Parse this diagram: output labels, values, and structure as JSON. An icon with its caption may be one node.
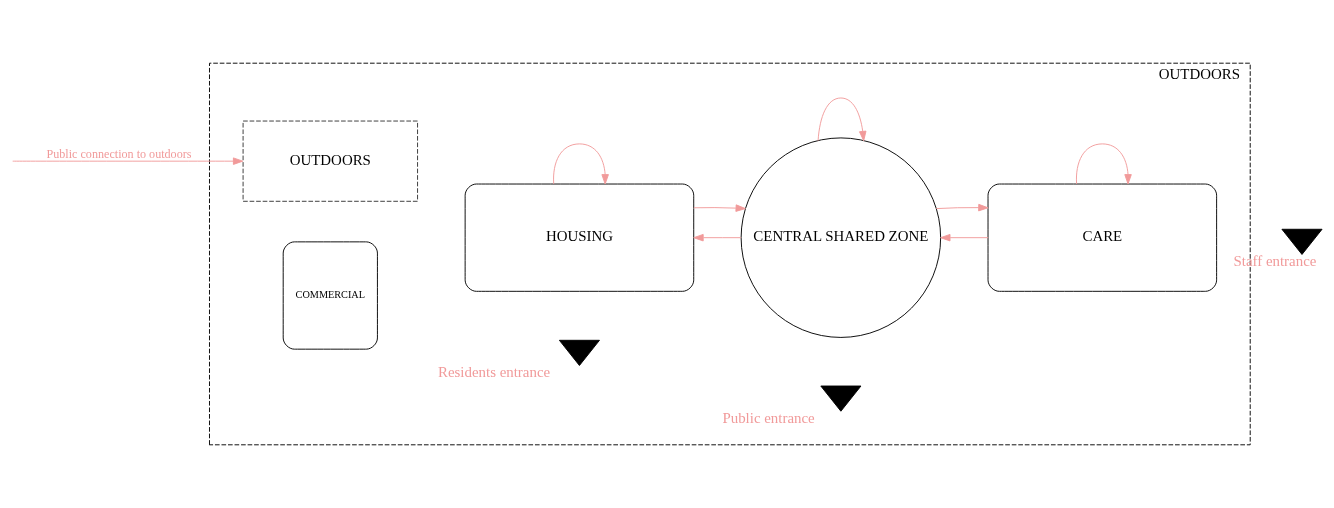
{
  "diagram": {
    "nodes": [
      {
        "text": [
          "OUTDOORS"
        ]
      },
      {
        "text": [
          "OUTDOORS"
        ],
        "in": 0
      },
      {
        "text": [
          "COMMERCIAL"
        ],
        "in": 0
      },
      {
        "text": [
          "HOUSING"
        ],
        "in": 0
      },
      {
        "text": [
          "CENTRAL SHARED ZONE"
        ],
        "in": 0
      },
      {
        "text": [
          "CARE"
        ],
        "in": 0
      },
      {
        "text": [],
        "shape": "triangle",
        "in": 0,
        "beside": [
          "Residents entrance"
        ]
      },
      {
        "text": [],
        "shape": "triangle",
        "in": 0,
        "beside": [
          "Public entrance"
        ]
      },
      {
        "text": [],
        "shape": "triangle",
        "beside": [
          "Staff entrance"
        ]
      }
    ],
    "edges": [
      {
        "from": null,
        "to": 1,
        "arrow": "to",
        "label": "Public connection to outdoors"
      },
      {
        "from": 4,
        "to": 3,
        "arrow": "to"
      },
      {
        "from": 3,
        "to": 4,
        "arrow": "to"
      },
      {
        "from": 5,
        "to": 4,
        "arrow": "to"
      },
      {
        "from": 4,
        "to": 5,
        "arrow": "to"
      },
      {
        "from": 3,
        "to": 3,
        "arrow": "to"
      },
      {
        "from": 4,
        "to": 4,
        "arrow": "to"
      },
      {
        "from": 5,
        "to": 5,
        "arrow": "to"
      }
    ]
  }
}
